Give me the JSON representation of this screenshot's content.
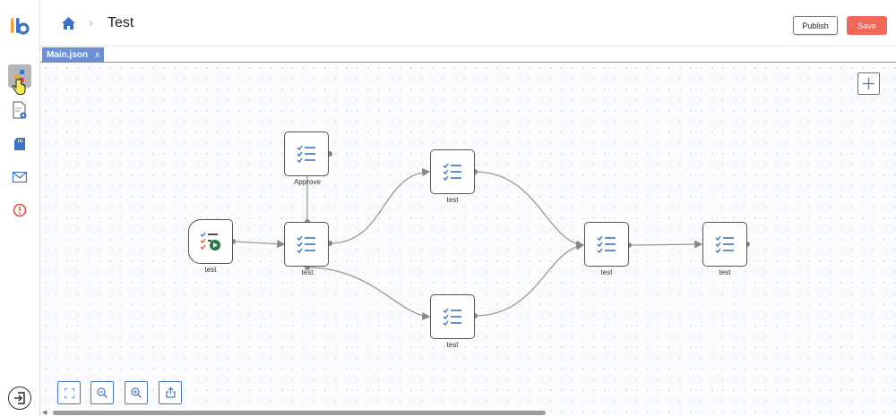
{
  "app": {
    "logo_text": "ib"
  },
  "header": {
    "title": "Test",
    "breadcrumb_separator": "›",
    "publish_label": "Publish",
    "save_label": "Save",
    "save_color": "#f0685a"
  },
  "tabs": [
    {
      "label": "Main.json",
      "close": "x"
    }
  ],
  "sidebar": {
    "items": [
      {
        "icon": "workflow-icon",
        "active": true
      },
      {
        "icon": "document-settings-icon"
      },
      {
        "icon": "sd-card-icon"
      },
      {
        "icon": "mail-icon"
      },
      {
        "icon": "alert-circle-icon"
      }
    ],
    "bottom_icon": "logout-icon"
  },
  "workflow": {
    "nodes": [
      {
        "id": "start",
        "label": "test",
        "type": "start"
      },
      {
        "id": "approve",
        "label": "Approve",
        "type": "task"
      },
      {
        "id": "center",
        "label": "test",
        "type": "task"
      },
      {
        "id": "top",
        "label": "test",
        "type": "task"
      },
      {
        "id": "bottom",
        "label": "test",
        "type": "task"
      },
      {
        "id": "merge",
        "label": "test",
        "type": "task"
      },
      {
        "id": "end",
        "label": "test",
        "type": "task"
      }
    ],
    "edges": [
      [
        "start",
        "center"
      ],
      [
        "center",
        "approve"
      ],
      [
        "center",
        "top"
      ],
      [
        "center",
        "bottom"
      ],
      [
        "top",
        "merge"
      ],
      [
        "bottom",
        "merge"
      ],
      [
        "merge",
        "end"
      ]
    ]
  },
  "toolbar": {
    "tools": [
      "fit-view-icon",
      "zoom-out-icon",
      "zoom-in-icon",
      "export-icon"
    ]
  },
  "colors": {
    "accent": "#4a78c9",
    "tab": "#6c8fd6"
  }
}
